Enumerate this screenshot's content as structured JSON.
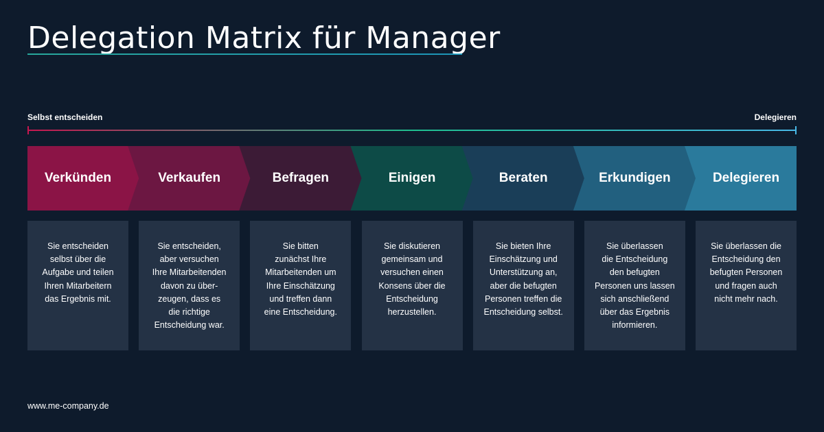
{
  "title": "Delegation Matrix für Manager",
  "scale": {
    "left_label": "Selbst entscheiden",
    "right_label": "Delegieren",
    "gradient_colors": [
      "#c6174f",
      "#1fbf8f",
      "#48b8e6"
    ]
  },
  "stages": [
    {
      "label": "Verkünden",
      "color": "#8b1446",
      "description_lines": [
        "Sie entscheiden",
        "selbst über die",
        "Aufgabe und teilen",
        "Ihren Mitarbeitern",
        "das Ergebnis mit."
      ]
    },
    {
      "label": "Verkaufen",
      "color": "#6c1742",
      "description_lines": [
        "Sie entscheiden,",
        "aber versuchen",
        "Ihre Mitarbeitenden",
        "davon zu über-",
        "zeugen, dass es",
        "die richtige",
        "Entscheidung war."
      ]
    },
    {
      "label": "Befragen",
      "color": "#3c1b36",
      "description_lines": [
        "Sie bitten",
        "zunächst Ihre",
        "Mitarbeitenden um",
        "Ihre Einschätzung",
        "und treffen dann",
        "eine Entscheidung."
      ]
    },
    {
      "label": "Einigen",
      "color": "#0d4b47",
      "description_lines": [
        "Sie diskutieren",
        "gemeinsam und",
        "versuchen einen",
        "Konsens über die",
        "Entscheidung",
        "herzustellen."
      ]
    },
    {
      "label": "Beraten",
      "color": "#1a3e58",
      "description_lines": [
        "Sie bieten Ihre",
        "Einschätzung und",
        "Unterstützung an,",
        "aber die befugten",
        "Personen treffen die",
        "Entscheidung selbst."
      ]
    },
    {
      "label": "Erkundigen",
      "color": "#22607f",
      "description_lines": [
        "Sie überlassen",
        "die Entscheidung",
        "den befugten",
        "Personen uns lassen",
        "sich anschließend",
        "über das Ergebnis",
        "informieren."
      ]
    },
    {
      "label": "Delegieren",
      "color": "#2a7a9c",
      "description_lines": [
        "Sie überlassen die",
        "Entscheidung den",
        "befugten Personen",
        "und fragen auch",
        "nicht mehr nach."
      ]
    }
  ],
  "footer": "www.me-company.de"
}
